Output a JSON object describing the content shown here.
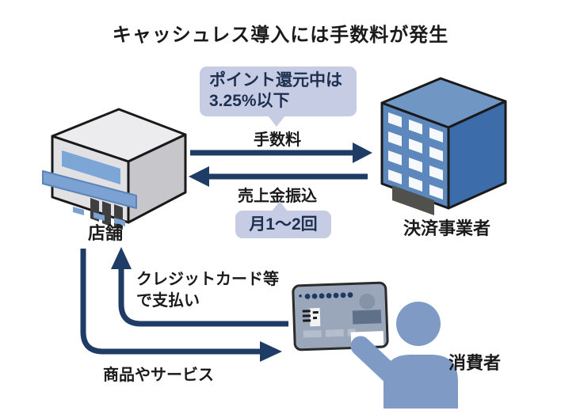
{
  "title": "キャッシュレス導入には手数料が発生",
  "entities": {
    "store": {
      "label": "店舗"
    },
    "payment_company": {
      "label": "決済事業者"
    },
    "consumer": {
      "label": "消費者"
    }
  },
  "flows": {
    "fee": {
      "label": "手数料",
      "from": "店舗",
      "to": "決済事業者"
    },
    "deposit": {
      "label": "売上金振込",
      "from": "決済事業者",
      "to": "店舗"
    },
    "payment": {
      "line1": "クレジットカード等",
      "line2": "で支払い",
      "from": "消費者",
      "to": "店舗"
    },
    "goods": {
      "label": "商品やサービス",
      "from": "店舗",
      "to": "消費者"
    }
  },
  "callouts": {
    "fee_note": {
      "line1": "ポイント還元中は",
      "line2": "3.25%以下"
    },
    "deposit_note": {
      "label": "月1～2回"
    }
  },
  "colors": {
    "arrow_navy": "#1f3c66",
    "callout_bg": "#c6cce4",
    "callout_text": "#1e3050",
    "building_blue": "#5d88bd",
    "person_blue": "#7e9ac5",
    "card_gray_blue": "#9aa6ba"
  }
}
